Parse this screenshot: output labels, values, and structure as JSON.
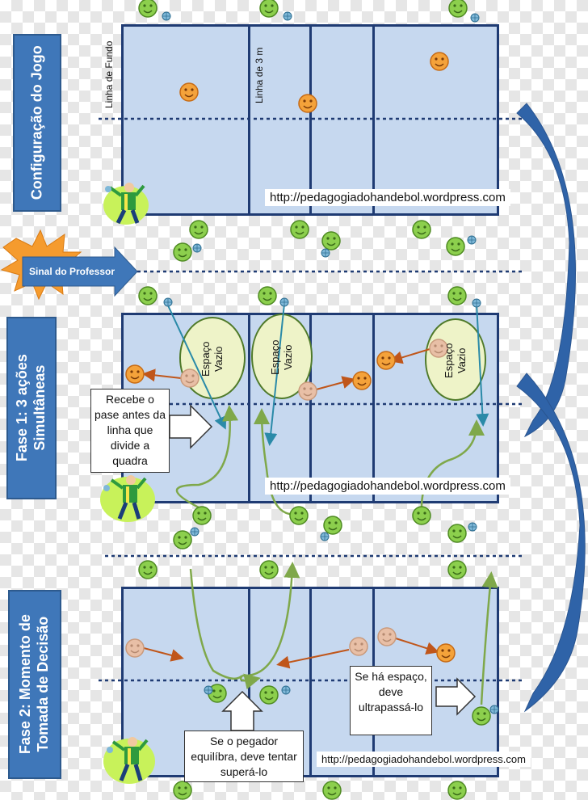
{
  "phases": [
    {
      "label": "Configuração do Jogo"
    },
    {
      "label": "Fase 1: 3 ações Simultâneas"
    },
    {
      "label": "Fase 2: Momento de Tomada de Decisão"
    }
  ],
  "signal": {
    "label": "Sinal do Professor"
  },
  "court_labels": {
    "back_line": "Linha de Fundo",
    "three_m_line": "Linha de 3 m"
  },
  "url": "http://pedagogiadohandebol.wordpress.com",
  "empty_space": {
    "line1": "Espaço",
    "line2": "Vazio"
  },
  "notes": {
    "receive_pass": "Recebe o pase antes da linha que divide a quadra",
    "if_space": "Se há espaço, deve ultrapassá-lo",
    "if_catcher": "Se o pegador equilíbra, deve tentar superá-lo"
  },
  "colors": {
    "court_fill": "#c6d8ef",
    "court_border": "#1f3b73",
    "phase_fill": "#3f77b9",
    "smiley_green": "#8ccf4d",
    "smiley_orange": "#f4a23a",
    "oval_fill": "#eef3c8",
    "oval_border": "#4f7a2a",
    "arrow_blue": "#2f63a8",
    "path_green": "#7fa84a",
    "pass_orange": "#c0561a",
    "pass_teal": "#2a8aa8"
  }
}
